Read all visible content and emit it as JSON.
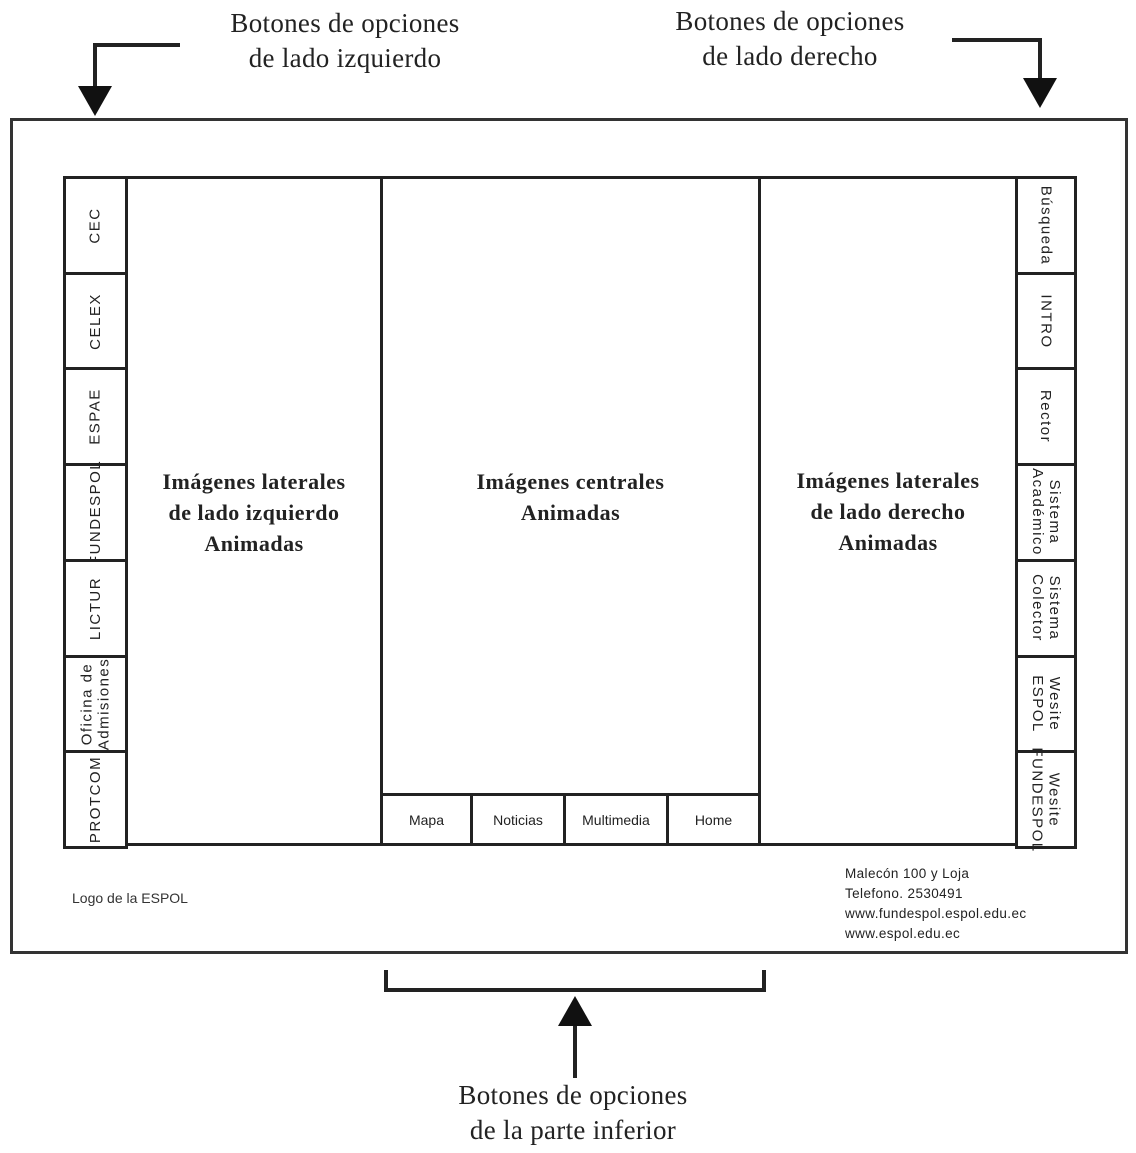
{
  "annotations": {
    "left_top": [
      "Botones de opciones",
      "de lado izquierdo"
    ],
    "right_top": [
      "Botones de opciones",
      "de lado derecho"
    ],
    "bottom": [
      "Botones de opciones",
      "de la parte inferior"
    ]
  },
  "left_buttons": [
    {
      "label": "CEC"
    },
    {
      "label": "CELEX"
    },
    {
      "label": "ESPAE"
    },
    {
      "label": "FUNDESPOL"
    },
    {
      "label": "LICTUR"
    },
    {
      "label": "Oficina de\nAdmisiones"
    },
    {
      "label": "PROTCOM"
    }
  ],
  "right_buttons": [
    {
      "label": "Búsqueda"
    },
    {
      "label": "INTRO"
    },
    {
      "label": "Rector"
    },
    {
      "label": "Sistema\nAcadémico"
    },
    {
      "label": "Sistema\nColector"
    },
    {
      "label": "Wesite\nESPOL"
    },
    {
      "label": "Wesite\nFUNDESPOL"
    }
  ],
  "panels": {
    "left": [
      "Imágenes laterales",
      "de lado izquierdo",
      "Animadas"
    ],
    "center": [
      "Imágenes centrales",
      "Animadas"
    ],
    "right": [
      "Imágenes laterales",
      "de lado derecho",
      "Animadas"
    ]
  },
  "bottom_buttons": [
    {
      "label": "Mapa"
    },
    {
      "label": "Noticias"
    },
    {
      "label": "Multimedia"
    },
    {
      "label": "Home"
    }
  ],
  "footer": {
    "logo": "Logo de la ESPOL",
    "contact": [
      "Malecón 100 y Loja",
      "Telefono. 2530491",
      "www.fundespol.espol.edu.ec",
      "www.espol.edu.ec"
    ]
  }
}
